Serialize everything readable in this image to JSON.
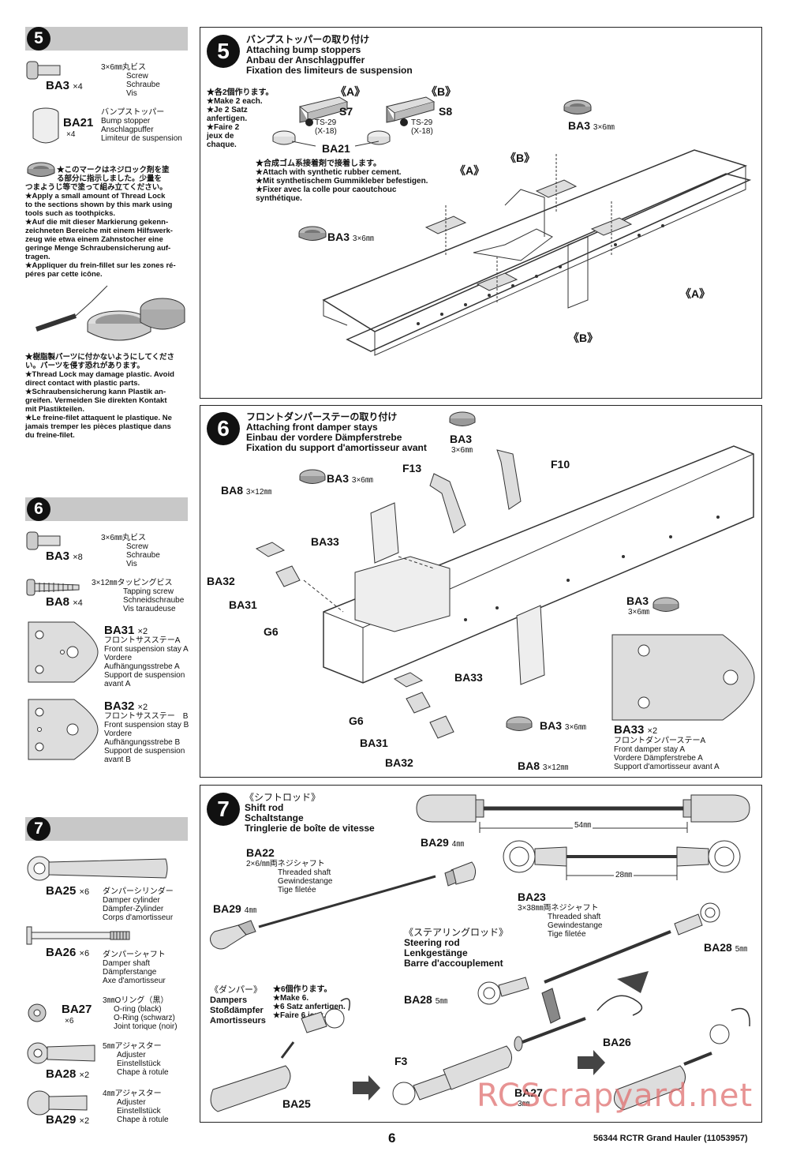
{
  "page_number": "6",
  "footer": "56344 RCTR Grand Hauler  (11053957)",
  "watermark": "RCScrapyard.net",
  "left": {
    "s5": {
      "num": "5",
      "parts": [
        {
          "code": "BA3",
          "qty": "×4",
          "desc": [
            "3×6㎜丸ビス",
            "Screw",
            "Schraube",
            "Vis"
          ]
        },
        {
          "code": "BA21",
          "qty": "×4",
          "desc": [
            "バンプストッパー",
            "Bump stopper",
            "Anschlagpuffer",
            "Limiteur de suspension"
          ]
        }
      ],
      "note1": [
        "★このマークはネジロック剤を塗",
        "る部分に指示しました。少量を",
        "つまようじ等で塗って組み立てください。",
        "★Apply a small amount of Thread Lock",
        "to the sections shown by this mark using",
        "tools such as toothpicks.",
        "★Auf die mit dieser Markierung gekenn-",
        "zeichneten Bereiche mit einem Hilfswerk-",
        "zeug wie etwa einem Zahnstocher eine",
        "geringe Menge Schraubensicherung auf-",
        "tragen.",
        "★Appliquer du frein-fillet sur les zones ré-",
        "péres par cette icône."
      ],
      "note2": [
        "★樹脂製パーツに付かないようにしてくださ",
        "い。パーツを侵す恐れがあります。",
        "★Thread Lock may damage plastic. Avoid",
        "direct contact with plastic parts.",
        "★Schraubensicherung kann Plastik an-",
        "greifen. Vermeiden Sie direkten Kontakt",
        "mit Plastikteilen.",
        "★Le freine-filet attaquent le plastique. Ne",
        "jamais tremper les pièces plastique dans",
        "du freine-filet."
      ]
    },
    "s6": {
      "num": "6",
      "parts": [
        {
          "code": "BA3",
          "qty": "×8",
          "desc": [
            "3×6㎜丸ビス",
            "Screw",
            "Schraube",
            "Vis"
          ]
        },
        {
          "code": "BA8",
          "qty": "×4",
          "desc": [
            "3×12㎜タッピングビス",
            "Tapping screw",
            "Schneidschraube",
            "Vis taraudeuse"
          ]
        },
        {
          "code": "BA31",
          "qty": "×2",
          "desc": [
            "フロントサスステーA",
            "Front suspension stay A",
            "Vordere",
            "Aufhängungsstrebe A",
            "Support de suspension",
            "avant A"
          ]
        },
        {
          "code": "BA32",
          "qty": "×2",
          "desc": [
            "フロントサスステー　B",
            "Front suspension stay B",
            "Vordere",
            "Aufhängungsstrebe B",
            "Support de suspension",
            "avant B"
          ]
        }
      ]
    },
    "s7": {
      "num": "7",
      "parts": [
        {
          "code": "BA25",
          "qty": "×6",
          "desc": [
            "ダンパーシリンダー",
            "Damper cylinder",
            "Dämpfer-Zylinder",
            "Corps d'amortisseur"
          ]
        },
        {
          "code": "BA26",
          "qty": "×6",
          "desc": [
            "ダンパーシャフト",
            "Damper shaft",
            "Dämpferstange",
            "Axe d'amortisseur"
          ]
        },
        {
          "code": "BA27",
          "qty": "×6",
          "desc": [
            "3㎜Oリング（黒）",
            "O-ring (black)",
            "O-Ring (schwarz)",
            "Joint torique (noir)"
          ]
        },
        {
          "code": "BA28",
          "qty": "×2",
          "desc": [
            "5㎜アジャスター",
            "Adjuster",
            "Einstellstück",
            "Chape à rotule"
          ]
        },
        {
          "code": "BA29",
          "qty": "×2",
          "desc": [
            "4㎜アジャスター",
            "Adjuster",
            "Einstellstück",
            "Chape à rotule"
          ]
        }
      ]
    }
  },
  "right": {
    "s5": {
      "num": "5",
      "title": [
        "バンプストッパーの取り付け",
        "Attaching bump stoppers",
        "Anbau der Anschlagpuffer",
        "Fixation des limiteurs de suspension"
      ],
      "make2": [
        "★各2個作ります。",
        "★Make 2 each.",
        "★Je 2 Satz",
        "anfertigen.",
        "★Faire 2",
        "jeux de",
        "chaque."
      ],
      "glue": [
        "★合成ゴム系接着剤で接着します。",
        "★Attach with synthetic rubber cement.",
        "★Mit synthetischem Gummikleber befestigen.",
        "★Fixer avec la colle pour caoutchouc",
        "synthétique."
      ],
      "labels": {
        "A": "《A》",
        "B": "《B》",
        "S7": "S7",
        "S8": "S8",
        "ts29": [
          "TS-29",
          "(X-18)"
        ],
        "BA21": "BA21",
        "BA3": "BA3",
        "size36": "3×6㎜"
      }
    },
    "s6": {
      "num": "6",
      "title": [
        "フロントダンパーステーの取り付け",
        "Attaching front damper stays",
        "Einbau der vordere Dämpferstrebe",
        "Fixation du support d'amortisseur avant"
      ],
      "labels": {
        "BA3": "BA3",
        "size36": "3×6㎜",
        "F13": "F13",
        "F10": "F10",
        "BA8": "BA8",
        "size312": "3×12㎜",
        "BA33": "BA33",
        "BA32": "BA32",
        "BA31": "BA31",
        "G6": "G6"
      },
      "inset": {
        "code": "BA33",
        "qty": "×2",
        "desc": [
          "フロントダンパーステーA",
          "Front damper stay A",
          "Vordere Dämpferstrebe A",
          "Support d'amortisseur avant A"
        ]
      }
    },
    "s7": {
      "num": "7",
      "title": [
        "《シフトロッド》",
        "Shift rod",
        "Schaltstange",
        "Tringlerie de boîte de vitesse"
      ],
      "dim54": "54㎜",
      "dim28": "28㎜",
      "ba22": {
        "code": "BA22",
        "desc": [
          "2×6/㎜両ネジシャフト",
          "Threaded shaft",
          "Gewindestange",
          "Tige filetée"
        ]
      },
      "ba23": {
        "code": "BA23",
        "desc": [
          "3×38㎜両ネジシャフト",
          "Threaded shaft",
          "Gewindestange",
          "Tige filetée"
        ]
      },
      "ba29": "BA29",
      "size4": "4㎜",
      "ba28": "BA28",
      "size5": "5㎜",
      "steering": [
        "《ステアリングロッド》",
        "Steering rod",
        "Lenkgestänge",
        "Barre d'accouplement"
      ],
      "dampers": [
        "《ダンパー》",
        "Dampers",
        "Stoßdämpfer",
        "Amortisseurs"
      ],
      "make6": [
        "★6個作ります。",
        "★Make 6.",
        "★6 Satz anfertigen.",
        "★Faire 6 jeux."
      ],
      "ba26": "BA26",
      "ba25": "BA25",
      "ba27": "BA27",
      "size3": "3㎜",
      "f3": "F3"
    }
  }
}
